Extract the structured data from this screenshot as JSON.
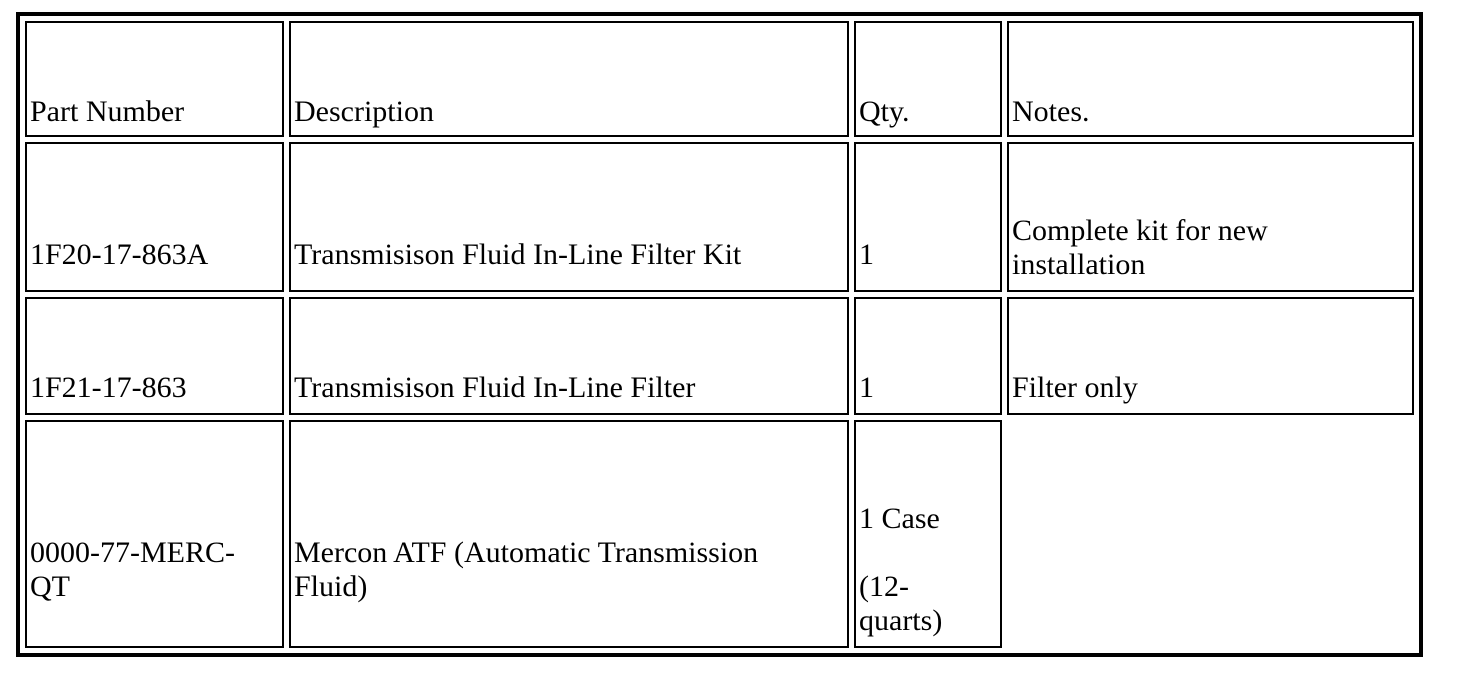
{
  "table": {
    "headers": [
      {
        "label": "Part Number"
      },
      {
        "label": "Description"
      },
      {
        "label": "Qty."
      },
      {
        "label": "Notes."
      }
    ],
    "rows": [
      {
        "part_number": "1F20-17-863A",
        "description": "Transmisison Fluid In-Line Filter Kit",
        "qty": "1",
        "notes": "Complete kit for new\ninstallation"
      },
      {
        "part_number": "1F21-17-863",
        "description": "Transmisison Fluid In-Line Filter",
        "qty": "1",
        "notes": "Filter only"
      },
      {
        "part_number": "0000-77-MERC-\nQT",
        "description": "Mercon ATF (Automatic Transmission\nFluid)",
        "qty": "1 Case\n\n(12-\nquarts)",
        "notes": ""
      }
    ]
  }
}
